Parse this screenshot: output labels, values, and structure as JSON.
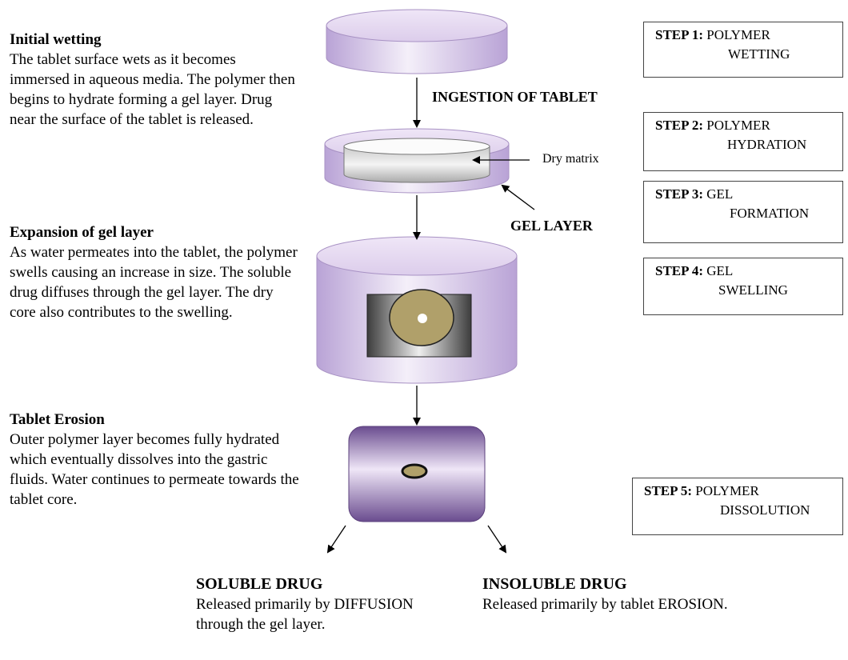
{
  "descriptions": [
    {
      "heading": "Initial wetting",
      "text": "The tablet surface wets as it becomes immersed in aqueous media. The polymer then begins to hydrate forming a gel layer. Drug near the surface of the tablet is released."
    },
    {
      "heading": "Expansion of gel layer",
      "text": "As water permeates into the tablet, the polymer swells causing an increase in size. The soluble drug diffuses through the gel layer. The dry core also contributes to the swelling."
    },
    {
      "heading": "Tablet Erosion",
      "text": "Outer polymer layer becomes fully hydrated which eventually dissolves into the gastric fluids. Water continues to permeate towards the tablet core."
    }
  ],
  "steps": [
    {
      "number": "STEP 1:",
      "line1": "POLYMER",
      "line2": "WETTING"
    },
    {
      "number": "STEP 2:",
      "line1": "POLYMER",
      "line2": "HYDRATION"
    },
    {
      "number": "STEP 3:",
      "line1": "GEL",
      "line2": "FORMATION"
    },
    {
      "number": "STEP 4:",
      "line1": "GEL",
      "line2": "SWELLING"
    },
    {
      "number": "STEP 5:",
      "line1": "POLYMER",
      "line2": "DISSOLUTION"
    }
  ],
  "labels": {
    "ingestion": "INGESTION OF TABLET",
    "dry_matrix": "Dry matrix",
    "gel_layer": "GEL LAYER"
  },
  "outcomes": {
    "soluble": {
      "heading": "SOLUBLE DRUG",
      "text": "Released primarily by DIFFUSION through the gel layer."
    },
    "insoluble": {
      "heading": "INSOLUBLE DRUG",
      "text": "Released primarily by tablet EROSION."
    }
  },
  "colors": {
    "tablet_purple": "#c7b3dd",
    "tablet_light": "#f3eef9",
    "eroded_dark": "#6d4f92",
    "core_olive": "#b0a06a"
  }
}
